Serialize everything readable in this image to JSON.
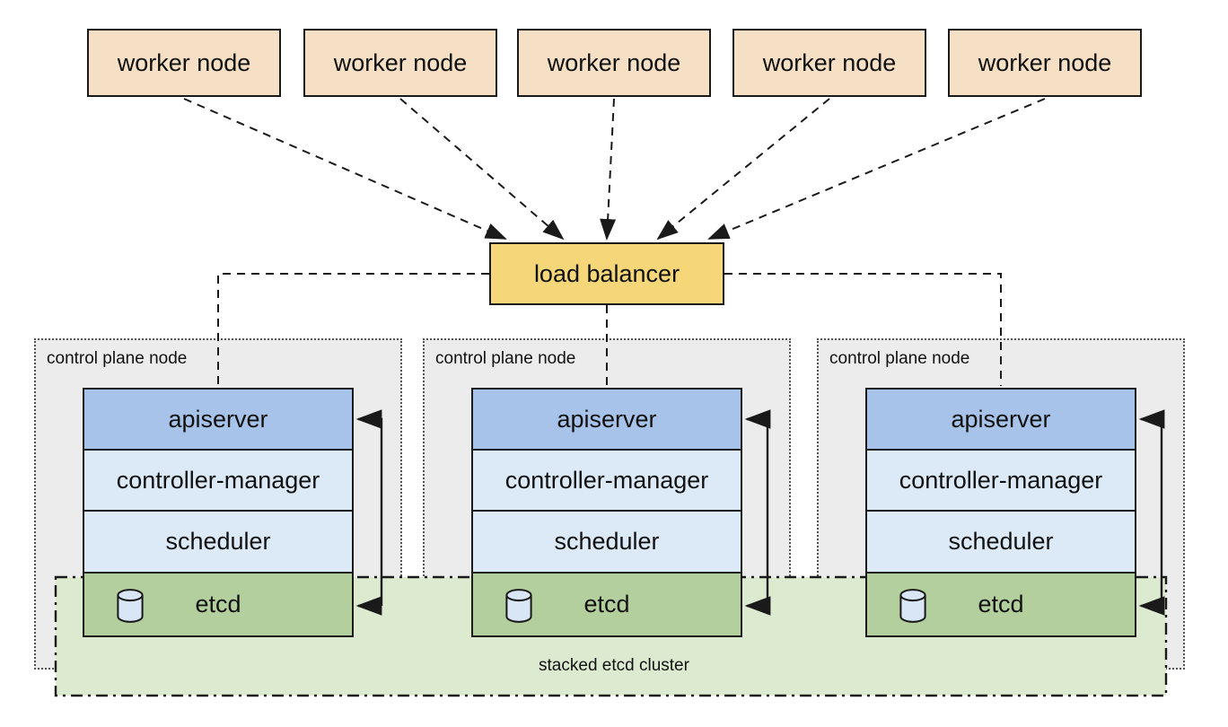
{
  "diagram": {
    "worker_nodes": [
      {
        "label": "worker node"
      },
      {
        "label": "worker node"
      },
      {
        "label": "worker node"
      },
      {
        "label": "worker node"
      },
      {
        "label": "worker node"
      }
    ],
    "load_balancer": {
      "label": "load balancer"
    },
    "control_planes": [
      {
        "label": "control plane node",
        "components": [
          {
            "label": "apiserver"
          },
          {
            "label": "controller-manager"
          },
          {
            "label": "scheduler"
          },
          {
            "label": "etcd"
          }
        ]
      },
      {
        "label": "control plane node",
        "components": [
          {
            "label": "apiserver"
          },
          {
            "label": "controller-manager"
          },
          {
            "label": "scheduler"
          },
          {
            "label": "etcd"
          }
        ]
      },
      {
        "label": "control plane node",
        "components": [
          {
            "label": "apiserver"
          },
          {
            "label": "controller-manager"
          },
          {
            "label": "scheduler"
          },
          {
            "label": "etcd"
          }
        ]
      }
    ],
    "etcd_cluster": {
      "label": "stacked etcd cluster"
    },
    "icons": {
      "etcd_icon": "database-cylinder-icon"
    },
    "colors": {
      "worker_fill": "#f6e0c5",
      "load_balancer_fill": "#f5d678",
      "container_fill": "#ececec",
      "apiserver_fill": "#a8c3ea",
      "component_fill": "#dce9f7",
      "etcd_fill": "#b3cf9d",
      "etcd_cluster_fill": "#dcebd0",
      "cylinder_fill": "#d8e6f6",
      "line": "#1a1a1a"
    }
  }
}
